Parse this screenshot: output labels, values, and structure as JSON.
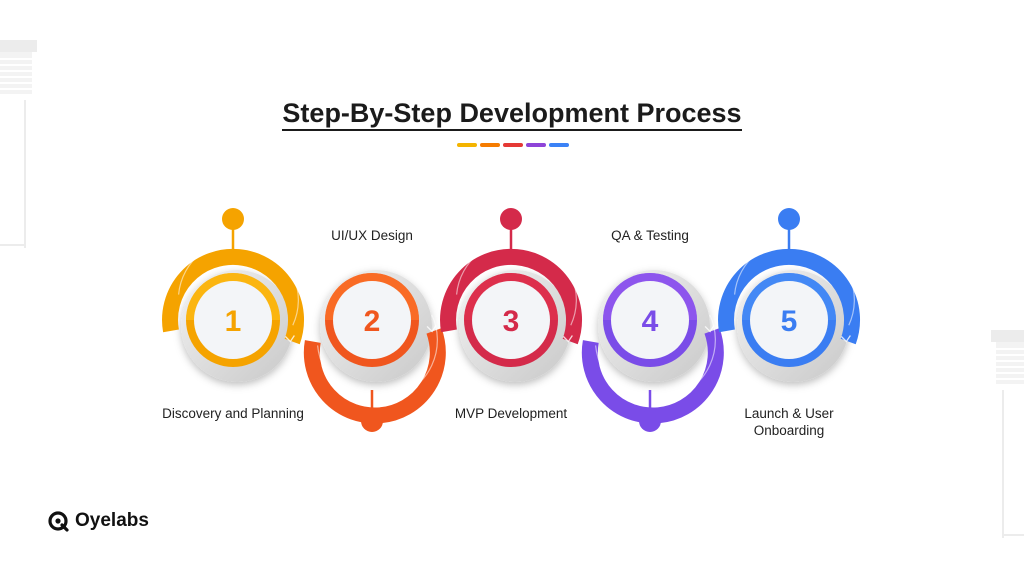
{
  "title": "Step-By-Step Development Process",
  "title_dash_colors": [
    "#f4b400",
    "#f57c00",
    "#e53935",
    "#8e44d8",
    "#3b82f6"
  ],
  "steps": [
    {
      "number": "1",
      "label": "Discovery and Planning",
      "color": "#f5a300",
      "color_light": "#ffc21a",
      "label_position": "bottom"
    },
    {
      "number": "2",
      "label": "UI/UX Design",
      "color": "#f0561e",
      "color_light": "#ff7a2a",
      "label_position": "top"
    },
    {
      "number": "3",
      "label": "MVP Development",
      "color": "#d42a4a",
      "color_light": "#e2344f",
      "label_position": "bottom"
    },
    {
      "number": "4",
      "label": "QA & Testing",
      "color": "#7a4ce8",
      "color_light": "#9a5cf0",
      "label_position": "top"
    },
    {
      "number": "5",
      "label": "Launch & User\nOnboarding",
      "color": "#3a7df2",
      "color_light": "#4a90f7",
      "label_position": "bottom"
    }
  ],
  "brand": {
    "name": "Oyelabs",
    "icon": "oyelabs-logo-icon"
  }
}
